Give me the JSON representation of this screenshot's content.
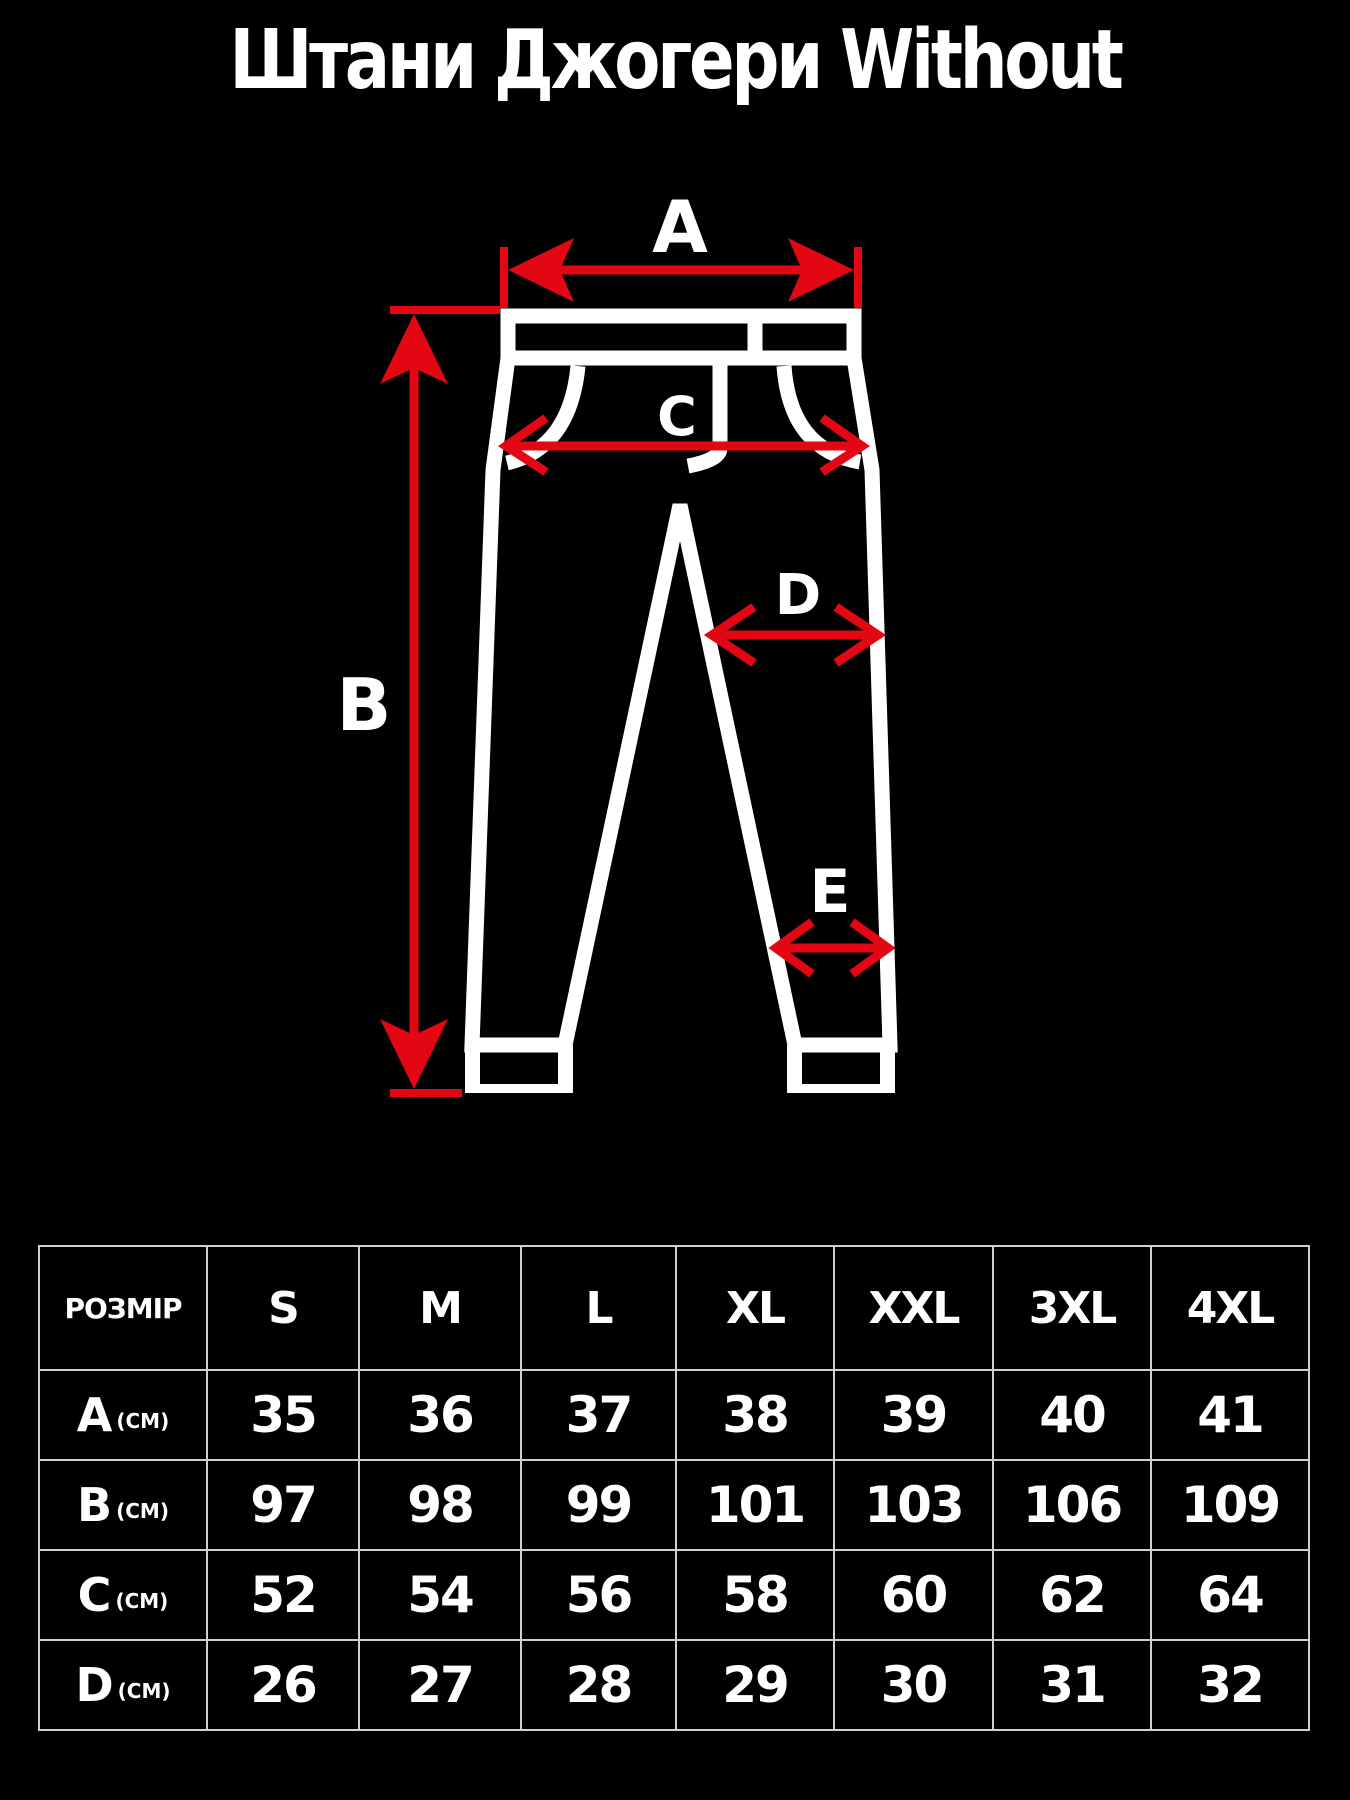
{
  "title": "Штани Джогери Without",
  "colors": {
    "background": "#000000",
    "outline": "#ffffff",
    "arrow": "#e30613",
    "table_border": "#d0d0d0"
  },
  "dimension_labels": {
    "a": "A",
    "b": "B",
    "c": "C",
    "d": "D",
    "e": "E"
  },
  "table": {
    "corner": "РОЗМІР",
    "sizes": [
      "S",
      "M",
      "L",
      "XL",
      "XXL",
      "3XL",
      "4XL"
    ],
    "unit": "(CM)",
    "rows": [
      {
        "label": "A",
        "values": [
          "35",
          "36",
          "37",
          "38",
          "39",
          "40",
          "41"
        ]
      },
      {
        "label": "B",
        "values": [
          "97",
          "98",
          "99",
          "101",
          "103",
          "106",
          "109"
        ]
      },
      {
        "label": "C",
        "values": [
          "52",
          "54",
          "56",
          "58",
          "60",
          "62",
          "64"
        ]
      },
      {
        "label": "D",
        "values": [
          "26",
          "27",
          "28",
          "29",
          "30",
          "31",
          "32"
        ]
      }
    ]
  }
}
